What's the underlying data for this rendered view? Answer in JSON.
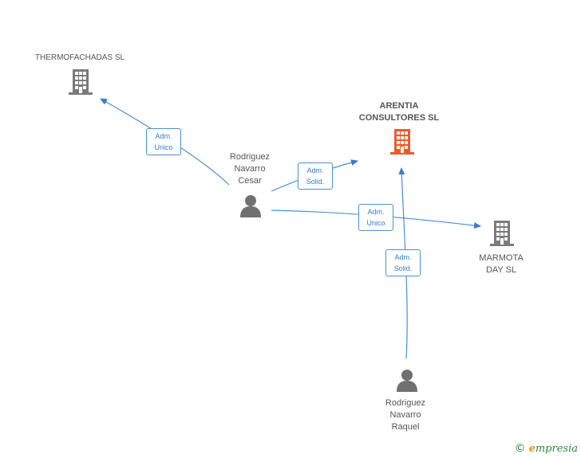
{
  "nodes": {
    "thermofachadas": {
      "label": "THERMOFACHADAS SL"
    },
    "arentia": {
      "label": "ARENTIA\nCONSULTORES SL"
    },
    "marmota": {
      "label": "MARMOTA\nDAY SL"
    },
    "cesar": {
      "label": "Rodriguez\nNavarro\nCesar"
    },
    "raquel": {
      "label": "Rodriguez\nNavarro\nRaquel"
    }
  },
  "edges": {
    "cesar_thermo": {
      "label": "Adm.\nUnico"
    },
    "cesar_arentia": {
      "label": "Adm.\nSolid."
    },
    "cesar_marmota": {
      "label": "Adm.\nUnico"
    },
    "raquel_arentia": {
      "label": "Adm.\nSolid."
    }
  },
  "colors": {
    "edge": "#4a8fd6",
    "company": "#7a7a7a",
    "main_company": "#f05a28",
    "person": "#707070"
  },
  "brand": {
    "copyright": "©",
    "name": "mpresia",
    "initial": "e"
  }
}
